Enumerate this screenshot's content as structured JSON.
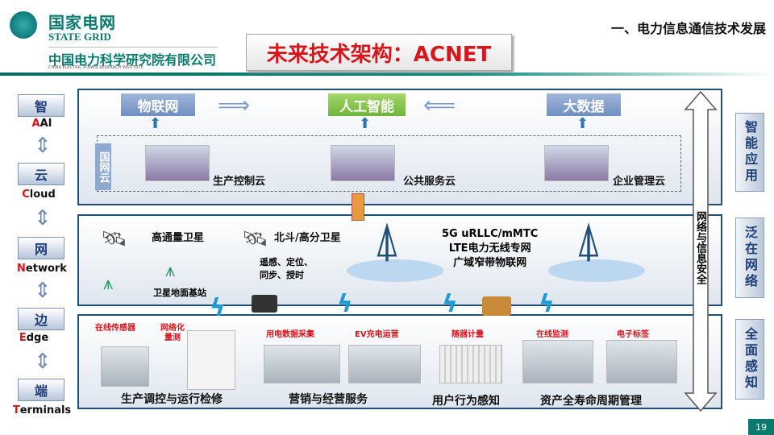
{
  "header": {
    "logo_cn": "国家电网",
    "logo_en": "STATE GRID",
    "institute_cn": "中国电力科学研究院有限公司",
    "institute_en": "CHINA ELECTRIC POWER RESEARCH INSTITUTE",
    "title": "未来技术架构：ACNET",
    "section": "一、电力信息通信技术发展"
  },
  "left": [
    {
      "char": "智",
      "caption": "AI",
      "first": "A"
    },
    {
      "char": "云",
      "caption": "loud",
      "first": "C"
    },
    {
      "char": "网",
      "caption": "etwork",
      "first": "N"
    },
    {
      "char": "边",
      "caption": "dge",
      "first": "E"
    },
    {
      "char": "端",
      "caption": "erminals",
      "first": "T"
    }
  ],
  "right": [
    "智能应用",
    "泛在网络",
    "全面感知"
  ],
  "security": "网络与信息安全",
  "layer1": {
    "iot": "物联网",
    "ai": "人工智能",
    "bigdata": "大数据",
    "gwy": "国网云",
    "clouds": [
      "生产控制云",
      "公共服务云",
      "企业管理云"
    ]
  },
  "layer2": {
    "sat1": "高通量卫星",
    "sat2": "北斗/高分卫星",
    "ground": "卫星地面基站",
    "edge": "遥感、定位、同步、授时",
    "net1": "5G uRLLC/mMTC",
    "net2": "LTE电力无线专网",
    "net3": "广域窄带物联网"
  },
  "layer3": {
    "tags": [
      "在线传感器",
      "网络化量测",
      "用电数据采集",
      "EV充电运营",
      "随器计量",
      "在线监测",
      "电子标签"
    ],
    "captions": [
      "生产调控与运行检修",
      "营销与经营服务",
      "用户行为感知",
      "资产全寿命周期管理"
    ]
  },
  "page": "19",
  "colors": {
    "accent": "#d6161b",
    "brand": "#0a7a6e",
    "ai_green": "#7fbf3f"
  }
}
